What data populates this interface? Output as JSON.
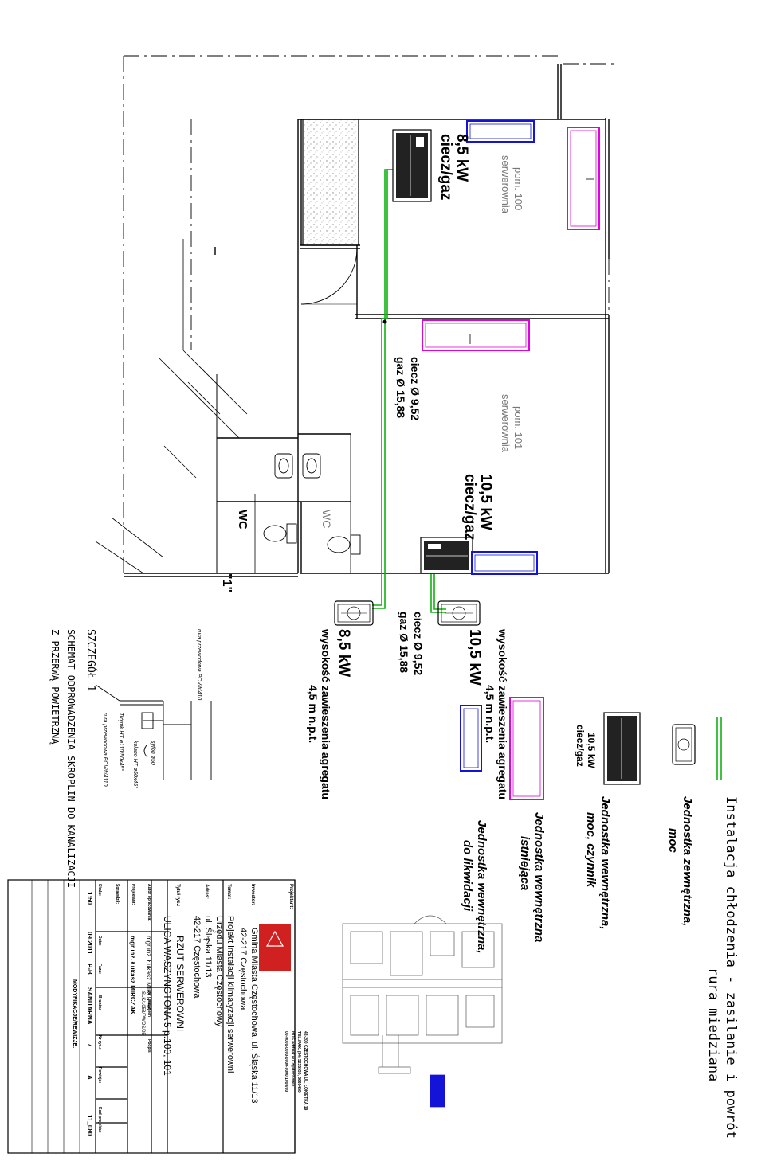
{
  "legend": {
    "title": "Instalacja chłodzenia - zasilanie i powrót",
    "subtitle": "rura miedziana",
    "outdoor_unit": [
      "Jednostka zewnętrzna,",
      "moc"
    ],
    "indoor_unit": [
      "Jednostka wewnętrzna,",
      "moc, czynnik"
    ],
    "indoor_unit_label": [
      "10,5 kW",
      "ciecz/gaz"
    ],
    "existing_unit": [
      "Jednostka wewnętrzna",
      "istniejąca"
    ],
    "liquidation_unit": [
      "Jednostka wewnętrzna,",
      "do likwidacji"
    ]
  },
  "rooms": {
    "room100": [
      "pom. 100",
      "serwerownia"
    ],
    "room101": [
      "pom. 101",
      "serwerownia"
    ],
    "wc_left": "WC",
    "wc_right": "WC"
  },
  "units": {
    "unit100": [
      "8,5 kW",
      "ciecz/gaz"
    ],
    "unit101": [
      "10,5 kW",
      "ciecz/gaz"
    ],
    "pipe100": [
      "ciecz Ø 9,52",
      "gaz Ø 15,88"
    ],
    "pipe101": [
      "ciecz Ø 9,52",
      "gaz Ø 15,88"
    ],
    "outdoor_a": "8,5 kW",
    "outdoor_b": "10,5 kW",
    "height_a": [
      "wysokość zawieszenia agregatu",
      "4,5 m n.p.t."
    ],
    "height_b": [
      "wysokość zawieszenia agregatu",
      "4,5 m n.p.t."
    ]
  },
  "marker": "\"1\"",
  "detail": {
    "title": "SZCZEGÓŁ 1",
    "lines": [
      "SCHEMAT ODPROWADZENIA SKROPLIN DO KANALIZACJI",
      "Z PRZERWĄ POWIETRZNĄ"
    ],
    "labels": [
      "rura przewodowa PCV/fi/410",
      "syfon ø50",
      "Trójnik HT ø110/50x45°",
      "kolano HT ø50x45°",
      "rura przewodowa PCV/fi/4110"
    ]
  },
  "titleblock": {
    "firm_contact": [
      "42-200 CZĘSTOCHOWA UL. ŁOKIETKA 19",
      "TEL./FAX. (34) 3235930, 3669450",
      "BOŚ oddział w Częstochowie",
      "00-0000-0000-0000-0000 1000/00"
    ],
    "logo": [
      "euro",
      "projekt"
    ],
    "projektant_label": "Projektant:",
    "inwestor_label": "Inwestor:",
    "inwestor": [
      "Gmina Miasta Częstochowa, ul. Śląska 11/13",
      "42-217 Częstochowa"
    ],
    "temat_label": "Temat:",
    "temat": [
      "Projekt instalacji klimatyzacji serwerowni",
      "Urzędu Miasta Częstochowy"
    ],
    "adres_label": "Adres:",
    "adres": [
      "ul. Śląska 11/13",
      "42-217 Częstochowa"
    ],
    "tytul_label": "Tytuł rys.:",
    "tytul": [
      "RZUT SERWEROWNI",
      "ULICA WASZYNGTONA 5 p.100, 101"
    ],
    "autor_label": "Autor opracowania:",
    "autor": "mgr inż. Łukasz MIRCZAK",
    "uprawnien_label": "Nr uprawnień",
    "uprawnien": "SLK/1058/PWOS/05",
    "projektant2_label": "Projektant:",
    "projektant2": "mgr inż. Łukasz MIRCZAK",
    "podpis_label": "Podpis",
    "sprawdzil_label": "Sprawdził:",
    "skala_label": "Skala:",
    "skala": "1:50",
    "data_label": "Data:",
    "data": "09.2011",
    "faza_label": "Faza:",
    "faza": "P-B",
    "branza_label": "Branża:",
    "branza": "SANITARNA",
    "nr_rys_label": "Nr rys.:",
    "nr_rys": "7",
    "rewizja_label": "Rewizja:",
    "rewizja": "A",
    "kod_label": "Kod projektu:",
    "kod": "11_080",
    "modyfikacje": "MODYFIKACJE/REWIZJE:"
  },
  "colors": {
    "pipe": "#12b012",
    "existing": "#e000e0",
    "liquidation": "#1414d8",
    "hatch": "#888888",
    "logo": "#d02020"
  }
}
